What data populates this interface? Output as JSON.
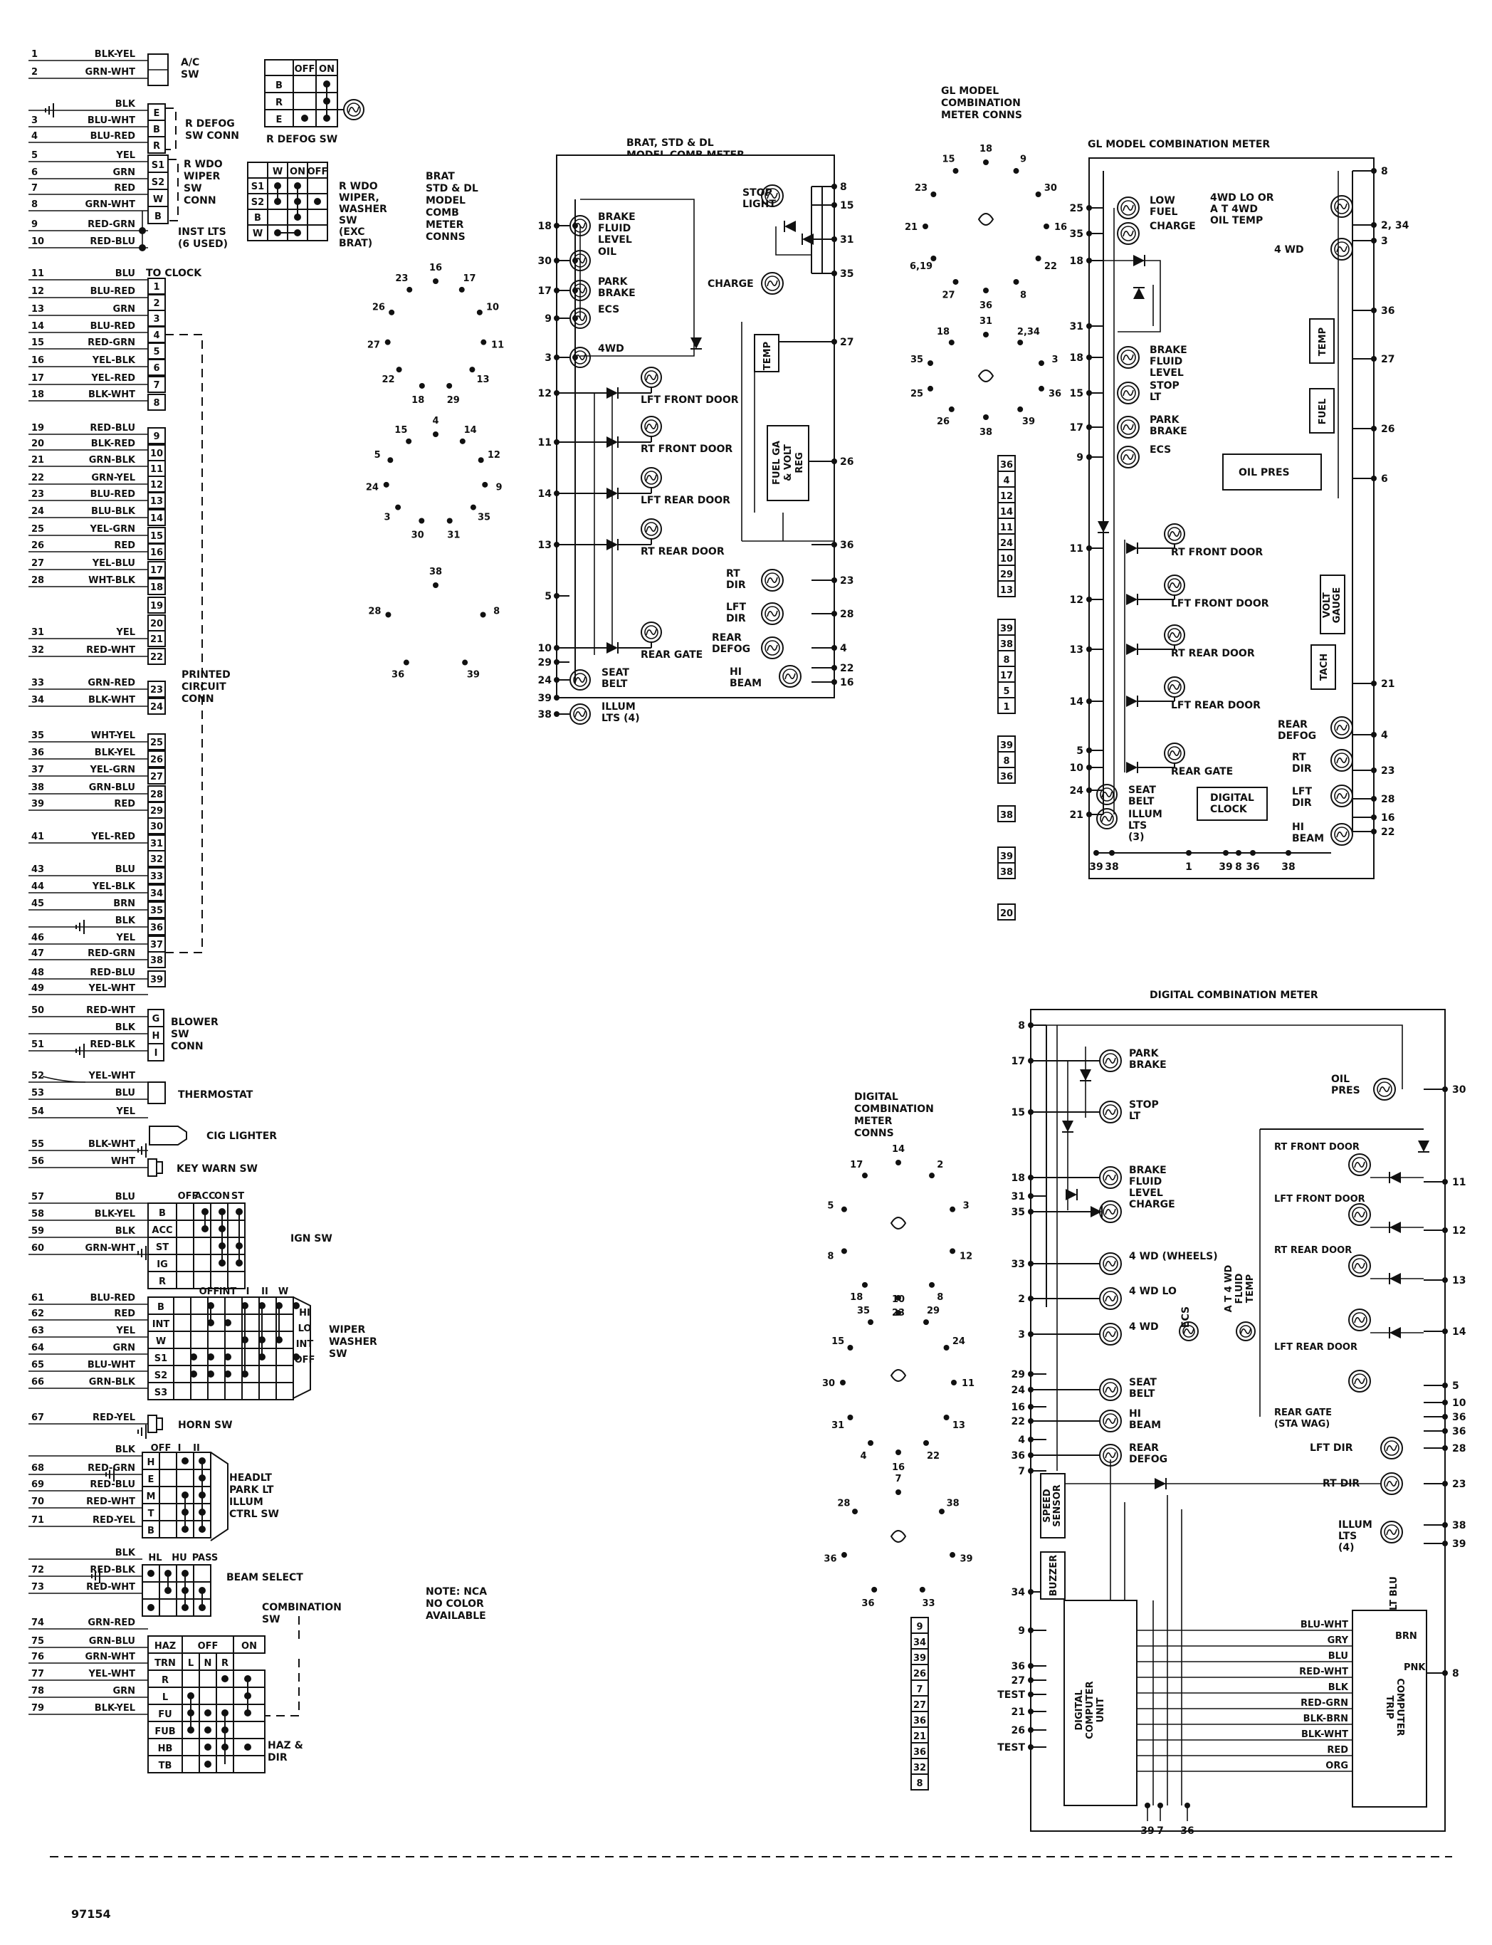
{
  "figure_id": "97154",
  "note": [
    "NOTE: NCA",
    "NO COLOR",
    "AVAILABLE"
  ],
  "wires": [
    {
      "n": "1",
      "c": "BLK-YEL"
    },
    {
      "n": "2",
      "c": "GRN-WHT"
    },
    {
      "n": "",
      "c": "BLK"
    },
    {
      "n": "3",
      "c": "BLU-WHT"
    },
    {
      "n": "4",
      "c": "BLU-RED"
    },
    {
      "n": "5",
      "c": "YEL"
    },
    {
      "n": "6",
      "c": "GRN"
    },
    {
      "n": "7",
      "c": "RED"
    },
    {
      "n": "8",
      "c": "GRN-WHT"
    },
    {
      "n": "9",
      "c": "RED-GRN"
    },
    {
      "n": "10",
      "c": "RED-BLU"
    },
    {
      "n": "11",
      "c": "BLU"
    },
    {
      "n": "12",
      "c": "BLU-RED"
    },
    {
      "n": "13",
      "c": "GRN"
    },
    {
      "n": "14",
      "c": "BLU-RED"
    },
    {
      "n": "15",
      "c": "RED-GRN"
    },
    {
      "n": "16",
      "c": "YEL-BLK"
    },
    {
      "n": "17",
      "c": "YEL-RED"
    },
    {
      "n": "18",
      "c": "BLK-WHT"
    },
    {
      "n": "19",
      "c": "RED-BLU"
    },
    {
      "n": "20",
      "c": "BLK-RED"
    },
    {
      "n": "21",
      "c": "GRN-BLK"
    },
    {
      "n": "22",
      "c": "GRN-YEL"
    },
    {
      "n": "23",
      "c": "BLU-RED"
    },
    {
      "n": "24",
      "c": "BLU-BLK"
    },
    {
      "n": "25",
      "c": "YEL-GRN"
    },
    {
      "n": "26",
      "c": "RED"
    },
    {
      "n": "27",
      "c": "YEL-BLU"
    },
    {
      "n": "28",
      "c": "WHT-BLK"
    },
    {
      "n": "31",
      "c": "YEL"
    },
    {
      "n": "32",
      "c": "RED-WHT"
    },
    {
      "n": "33",
      "c": "GRN-RED"
    },
    {
      "n": "34",
      "c": "BLK-WHT"
    },
    {
      "n": "35",
      "c": "WHT-YEL"
    },
    {
      "n": "36",
      "c": "BLK-YEL"
    },
    {
      "n": "37",
      "c": "YEL-GRN"
    },
    {
      "n": "38",
      "c": "GRN-BLU"
    },
    {
      "n": "39",
      "c": "RED"
    },
    {
      "n": "41",
      "c": "YEL-RED"
    },
    {
      "n": "43",
      "c": "BLU"
    },
    {
      "n": "44",
      "c": "YEL-BLK"
    },
    {
      "n": "45",
      "c": "BRN"
    },
    {
      "n": "",
      "c": "BLK"
    },
    {
      "n": "46",
      "c": "YEL"
    },
    {
      "n": "47",
      "c": "RED-GRN"
    },
    {
      "n": "48",
      "c": "RED-BLU"
    },
    {
      "n": "49",
      "c": "YEL-WHT"
    },
    {
      "n": "50",
      "c": "RED-WHT"
    },
    {
      "n": "",
      "c": "BLK"
    },
    {
      "n": "51",
      "c": "RED-BLK"
    },
    {
      "n": "52",
      "c": "YEL-WHT"
    },
    {
      "n": "53",
      "c": "BLU"
    },
    {
      "n": "54",
      "c": "YEL"
    },
    {
      "n": "55",
      "c": "BLK-WHT"
    },
    {
      "n": "56",
      "c": "WHT"
    },
    {
      "n": "57",
      "c": "BLU"
    },
    {
      "n": "58",
      "c": "BLK-YEL"
    },
    {
      "n": "59",
      "c": "BLK"
    },
    {
      "n": "60",
      "c": "GRN-WHT"
    },
    {
      "n": "61",
      "c": "BLU-RED"
    },
    {
      "n": "62",
      "c": "RED"
    },
    {
      "n": "63",
      "c": "YEL"
    },
    {
      "n": "64",
      "c": "GRN"
    },
    {
      "n": "65",
      "c": "BLU-WHT"
    },
    {
      "n": "66",
      "c": "GRN-BLK"
    },
    {
      "n": "67",
      "c": "RED-YEL"
    },
    {
      "n": "",
      "c": "BLK"
    },
    {
      "n": "68",
      "c": "RED-GRN"
    },
    {
      "n": "69",
      "c": "RED-BLU"
    },
    {
      "n": "70",
      "c": "RED-WHT"
    },
    {
      "n": "71",
      "c": "RED-YEL"
    },
    {
      "n": "",
      "c": "BLK"
    },
    {
      "n": "72",
      "c": "RED-BLK"
    },
    {
      "n": "73",
      "c": "RED-WHT"
    },
    {
      "n": "74",
      "c": "GRN-RED"
    },
    {
      "n": "75",
      "c": "GRN-BLU"
    },
    {
      "n": "76",
      "c": "GRN-WHT"
    },
    {
      "n": "77",
      "c": "YEL-WHT"
    },
    {
      "n": "78",
      "c": "GRN"
    },
    {
      "n": "79",
      "c": "BLK-YEL"
    }
  ],
  "pcb_pins": [
    "1",
    "2",
    "3",
    "4",
    "5",
    "6",
    "7",
    "8",
    "9",
    "10",
    "11",
    "12",
    "13",
    "14",
    "15",
    "16",
    "17",
    "18",
    "19",
    "20",
    "21",
    "22",
    "23",
    "24",
    "25",
    "26",
    "27",
    "28",
    "29",
    "30",
    "31",
    "32",
    "33",
    "34",
    "35",
    "36",
    "37",
    "38",
    "39"
  ],
  "labels": {
    "ac_sw": [
      "A/C",
      "SW"
    ],
    "r_defog_conn": [
      "R  DEFOG",
      "SW CONN"
    ],
    "r_wdo_wiper_conn": [
      "R WDO",
      "WIPER",
      "SW",
      "CONN"
    ],
    "inst_lts": [
      "INST LTS",
      "(6 USED)"
    ],
    "r_defog_sw": "R DEFOG SW",
    "r_wdo_washer_sw": [
      "R  WDO",
      "WIPER,",
      "WASHER",
      "SW",
      "(EXC",
      "BRAT)"
    ],
    "to_clock": "TO CLOCK",
    "printed_circuit": [
      "PRINTED",
      "CIRCUIT",
      "CONN"
    ],
    "blower": [
      "BLOWER",
      "SW",
      "CONN"
    ],
    "thermostat": "THERMOSTAT",
    "cig_lighter": "CIG  LIGHTER",
    "key_warn": "KEY WARN SW",
    "ign_sw": "IGN  SW",
    "wiper_washer": [
      "WIPER",
      "WASHER",
      "SW"
    ],
    "horn_sw": "HORN SW",
    "headlt": [
      "HEADLT",
      "PARK LT",
      "ILLUM",
      "CTRL SW"
    ],
    "beam_select": "BEAM SELECT",
    "combination_sw": [
      "COMBINATION",
      "SW"
    ],
    "haz_dir": [
      "HAZ &",
      "DIR"
    ],
    "brat_conns": [
      "BRAT",
      "STD & DL",
      "MODEL",
      "COMB",
      "METER",
      "CONNS"
    ],
    "brat_meter": [
      "BRAT, STD & DL",
      "MODEL COMB METER"
    ],
    "gl_conns": [
      "GL MODEL",
      "COMBINATION",
      "METER CONNS"
    ],
    "gl_meter": "GL MODEL COMBINATION METER",
    "digital_conns": [
      "DIGITAL",
      "COMBINATION",
      "METER",
      "CONNS"
    ],
    "digital_meter": "DIGITAL COMBINATION METER"
  },
  "switch_heads": {
    "defog": [
      "OFF",
      "ON"
    ],
    "wdo": [
      "W",
      "ON",
      "OFF"
    ],
    "ign": [
      "OFF",
      "ACC",
      "ON",
      "ST"
    ],
    "wiper": [
      "OFF",
      "INT",
      "I",
      "II",
      "W"
    ],
    "wiper_side": [
      "HI",
      "LO",
      "INT",
      "OFF"
    ],
    "headlt": [
      "OFF",
      "I",
      "II"
    ],
    "beam": [
      "HL",
      "HU",
      "PASS"
    ],
    "haz": [
      "HAZ",
      "OFF",
      "ON"
    ],
    "haz_sub": [
      "TRN",
      "L",
      "N",
      "R"
    ]
  },
  "switch_rows": {
    "defog_conn": [
      "E",
      "B",
      "R"
    ],
    "wdo_conn": [
      "S1",
      "S2",
      "W",
      "B"
    ],
    "defog": [
      "B",
      "R",
      "E"
    ],
    "wdo": [
      "S1",
      "S2",
      "B",
      "W"
    ],
    "blower": [
      "G",
      "H",
      "I"
    ],
    "ign": [
      "B",
      "ACC",
      "ST",
      "IG",
      "R"
    ],
    "wiper": [
      "B",
      "INT",
      "W",
      "S1",
      "S2",
      "S3"
    ],
    "headlt": [
      "H",
      "E",
      "M",
      "T",
      "B"
    ],
    "haz": [
      "R",
      "L",
      "FU",
      "FUB",
      "HB",
      "TB"
    ]
  },
  "brat": {
    "left": [
      {
        "p": "18",
        "l": [
          "BRAKE",
          "FLUID",
          "LEVEL"
        ]
      },
      {
        "p": "30",
        "l": [
          "OIL"
        ]
      },
      {
        "p": "17",
        "l": [
          "PARK",
          "BRAKE"
        ]
      },
      {
        "p": "9",
        "l": [
          "ECS"
        ]
      },
      {
        "p": "3",
        "l": [
          "4WD"
        ]
      },
      {
        "p": "12",
        "l": [
          "LFT FRONT DOOR"
        ]
      },
      {
        "p": "11",
        "l": [
          "RT FRONT DOOR"
        ]
      },
      {
        "p": "14",
        "l": [
          "LFT REAR DOOR"
        ]
      },
      {
        "p": "13",
        "l": [
          "RT REAR DOOR"
        ]
      },
      {
        "p": "5",
        "l": []
      },
      {
        "p": "10",
        "l": [
          "REAR GATE"
        ]
      },
      {
        "p": "29",
        "l": []
      },
      {
        "p": "24",
        "l": [
          "SEAT",
          "BELT"
        ]
      },
      {
        "p": "39",
        "l": []
      },
      {
        "p": "38",
        "l": [
          "ILLUM",
          "LTS (4)"
        ]
      }
    ],
    "right": [
      {
        "p": "8"
      },
      {
        "p": "15"
      },
      {
        "p": "31"
      },
      {
        "p": "35"
      },
      {
        "p": "27"
      },
      {
        "p": "26"
      },
      {
        "p": "36"
      },
      {
        "p": "23"
      },
      {
        "p": "28"
      },
      {
        "p": "4"
      },
      {
        "p": "22"
      },
      {
        "p": "16"
      }
    ],
    "right_labels": {
      "stop": [
        "STOP",
        "LIGHT"
      ],
      "charge": "CHARGE",
      "temp": "TEMP",
      "fuel": [
        "FUEL GA",
        "& VOLT",
        "REG"
      ],
      "rt_dir": [
        "RT",
        "DIR"
      ],
      "lft_dir": [
        "LFT",
        "DIR"
      ],
      "rear_defog": [
        "REAR",
        "DEFOG"
      ],
      "hi_beam": [
        "HI",
        "BEAM"
      ]
    }
  },
  "gl": {
    "left": [
      {
        "p": "25",
        "l": [
          "LOW",
          "FUEL"
        ]
      },
      {
        "p": "35",
        "l": [
          "CHARGE"
        ]
      },
      {
        "p": "18",
        "l": []
      },
      {
        "p": "31",
        "l": []
      },
      {
        "p": "18",
        "l": [
          "BRAKE",
          "FLUID",
          "LEVEL"
        ]
      },
      {
        "p": "15",
        "l": [
          "STOP",
          "LT"
        ]
      },
      {
        "p": "17",
        "l": [
          "PARK",
          "BRAKE"
        ]
      },
      {
        "p": "9",
        "l": [
          "ECS"
        ]
      },
      {
        "p": "11",
        "l": [
          "RT FRONT DOOR"
        ]
      },
      {
        "p": "12",
        "l": [
          "LFT FRONT DOOR"
        ]
      },
      {
        "p": "13",
        "l": [
          "RT REAR DOOR"
        ]
      },
      {
        "p": "14",
        "l": [
          "LFT REAR DOOR"
        ]
      },
      {
        "p": "5",
        "l": []
      },
      {
        "p": "10",
        "l": [
          "REAR GATE"
        ]
      },
      {
        "p": "24",
        "l": [
          "SEAT",
          "BELT"
        ]
      },
      {
        "p": "21",
        "l": [
          "ILLUM",
          "LTS",
          "(3)"
        ]
      }
    ],
    "right": [
      {
        "p": "8"
      },
      {
        "p": "2, 34"
      },
      {
        "p": "3"
      },
      {
        "p": "36"
      },
      {
        "p": "27"
      },
      {
        "p": "26"
      },
      {
        "p": "6"
      },
      {
        "p": "21"
      },
      {
        "p": "4"
      },
      {
        "p": "23"
      },
      {
        "p": "28"
      },
      {
        "p": "16"
      },
      {
        "p": "22"
      }
    ],
    "right_labels": {
      "lo4wd": [
        "4WD LO OR",
        "A  T 4WD",
        "OIL TEMP"
      ],
      "4wd": "4 WD",
      "temp": "TEMP",
      "fuel": "FUEL",
      "oil": "OIL PRES",
      "volt": [
        "VOLT",
        "GAUGE"
      ],
      "tach": "TACH",
      "rear_defog": [
        "REAR",
        "DEFOG"
      ],
      "rt_dir": [
        "RT",
        "DIR"
      ],
      "lft_dir": [
        "LFT",
        "DIR"
      ],
      "hi_beam": [
        "HI",
        "BEAM"
      ],
      "clock": [
        "DIGITAL",
        "CLOCK"
      ]
    },
    "bottom": [
      "39",
      "38",
      "1",
      "39",
      "8",
      "36",
      "38"
    ]
  },
  "digital": {
    "left": [
      {
        "p": "8",
        "l": []
      },
      {
        "p": "17",
        "l": [
          "PARK",
          "BRAKE"
        ]
      },
      {
        "p": "15",
        "l": [
          "STOP",
          "LT"
        ]
      },
      {
        "p": "18",
        "l": [
          "BRAKE",
          "FLUID",
          "LEVEL"
        ]
      },
      {
        "p": "31",
        "l": []
      },
      {
        "p": "35",
        "l": [
          "CHARGE"
        ]
      },
      {
        "p": "33",
        "l": [
          "4 WD (WHEELS)"
        ]
      },
      {
        "p": "2",
        "l": [
          "4 WD LO"
        ]
      },
      {
        "p": "3",
        "l": [
          "4 WD"
        ]
      },
      {
        "p": "29",
        "l": []
      },
      {
        "p": "24",
        "l": [
          "SEAT",
          "BELT"
        ]
      },
      {
        "p": "16",
        "l": []
      },
      {
        "p": "22",
        "l": [
          "HI",
          "BEAM"
        ]
      },
      {
        "p": "4",
        "l": []
      },
      {
        "p": "36",
        "l": [
          "REAR",
          "DEFOG"
        ]
      },
      {
        "p": "7",
        "l": []
      },
      {
        "p": "34",
        "l": []
      },
      {
        "p": "9",
        "l": []
      },
      {
        "p": "36",
        "l": []
      },
      {
        "p": "27",
        "l": []
      },
      {
        "p": "TEST",
        "l": []
      },
      {
        "p": "21",
        "l": []
      },
      {
        "p": "26",
        "l": []
      },
      {
        "p": "TEST",
        "l": []
      }
    ],
    "right": [
      {
        "p": "30"
      },
      {
        "p": "11"
      },
      {
        "p": "12"
      },
      {
        "p": "13"
      },
      {
        "p": "14"
      },
      {
        "p": "5"
      },
      {
        "p": "10"
      },
      {
        "p": "36"
      },
      {
        "p": "36"
      },
      {
        "p": "28"
      },
      {
        "p": "23"
      },
      {
        "p": "38"
      },
      {
        "p": "39"
      },
      {
        "p": "8"
      }
    ],
    "right_labels": {
      "oil": [
        "OIL",
        "PRES"
      ],
      "rfd": "RT FRONT DOOR",
      "lfd": "LFT FRONT DOOR",
      "rrd": "RT REAR DOOR",
      "lrd": "LFT REAR DOOR",
      "gate": [
        "REAR GATE",
        "(STA WAG)"
      ],
      "lft_dir": "LFT DIR",
      "rt_dir": "RT DIR",
      "illum": [
        "ILLUM",
        "LTS",
        "(4)"
      ],
      "ecs": "ECS",
      "at4wd": [
        "A T 4 WD",
        "FLUID",
        "TEMP"
      ],
      "speed": [
        "SPEED",
        "SENSOR"
      ],
      "buzzer": "BUZZER",
      "dcu": [
        "DIGITAL",
        "COMPUTER",
        "UNIT"
      ],
      "trip": [
        "TRIP",
        "COMPUTER"
      ],
      "lt_blu": "LT BLU",
      "brn": "BRN",
      "pnk": "PNK"
    },
    "bus": [
      "BLU-WHT",
      "GRY",
      "BLU",
      "RED-WHT",
      "BLK",
      "RED-GRN",
      "BLK-BRN",
      "BLK-WHT",
      "RED",
      "ORG"
    ],
    "bottom": [
      "39",
      "7",
      "36"
    ]
  },
  "conn_faces": {
    "brat1": [
      "16",
      "17",
      "10",
      "11",
      "13",
      "29",
      "18",
      "22",
      "27",
      "26",
      "23"
    ],
    "brat2": [
      "4",
      "14",
      "12",
      "9",
      "35",
      "31",
      "30",
      "3",
      "24",
      "5",
      "15"
    ],
    "brat3": [
      "38",
      "8",
      "39",
      "36",
      "28"
    ],
    "gl1": [
      "18",
      "9",
      "30",
      "16",
      "22",
      "8",
      "36",
      "27",
      "6,19",
      "21",
      "23",
      "15"
    ],
    "gl2": [
      "31",
      "2,34",
      "3",
      "36",
      "39",
      "38",
      "26",
      "25",
      "35",
      "18"
    ],
    "dig1": [
      "14",
      "2",
      "3",
      "12",
      "8",
      "23",
      "18",
      "8",
      "5",
      "17"
    ],
    "dig2": [
      "10",
      "29",
      "24",
      "11",
      "13",
      "22",
      "16",
      "4",
      "31",
      "30",
      "15",
      "35"
    ],
    "dig3": [
      "7",
      "38",
      "39",
      "33",
      "36",
      "36",
      "28"
    ],
    "col_gl": [
      "36",
      "4",
      "12",
      "14",
      "11",
      "24",
      "10",
      "29",
      "13",
      "39",
      "38",
      "8",
      "17",
      "5",
      "1",
      "39",
      "8",
      "36",
      "38",
      "39",
      "38",
      "20"
    ],
    "col_dig": [
      "9",
      "34",
      "39",
      "26",
      "7",
      "27",
      "36",
      "21",
      "36",
      "32",
      "8"
    ]
  }
}
